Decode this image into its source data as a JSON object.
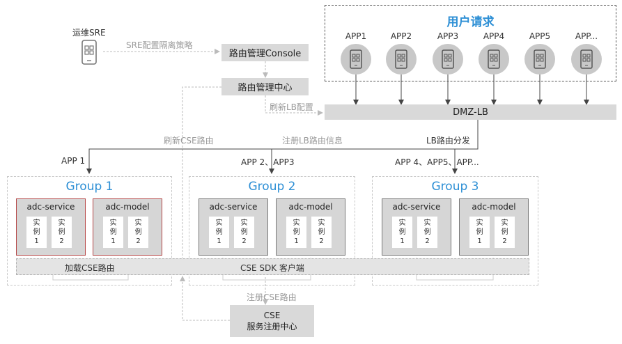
{
  "user_requests": {
    "title": "用户请求",
    "apps": [
      "APP1",
      "APP2",
      "APP3",
      "APP4",
      "APP5",
      "APP..."
    ]
  },
  "sre": {
    "label": "运维SRE",
    "policy_label": "SRE配置隔离策略"
  },
  "console": {
    "label": "路由管理Console"
  },
  "route_center": {
    "label": "路由管理中心"
  },
  "refresh_lb_label": "刷新LB配置",
  "dmz_lb": {
    "label": "DMZ-LB"
  },
  "refresh_cse_label": "刷新CSE路由",
  "register_lb_label": "注册LB路由信息",
  "lb_dispatch_label": "LB路由分发",
  "route_labels": {
    "g1": "APP 1",
    "g2": "APP 2、APP3",
    "g3": "APP 4、APP5、APP..."
  },
  "groups": [
    {
      "title": "Group 1",
      "services": [
        {
          "name": "adc-service",
          "instances": [
            "实\n例\n1",
            "实\n例\n2"
          ]
        },
        {
          "name": "adc-model",
          "instances": [
            "实\n例\n1",
            "实\n例\n2"
          ]
        }
      ]
    },
    {
      "title": "Group 2",
      "services": [
        {
          "name": "adc-service",
          "instances": [
            "实\n例\n1",
            "实\n例\n2"
          ]
        },
        {
          "name": "adc-model",
          "instances": [
            "实\n例\n1",
            "实\n例\n2"
          ]
        }
      ]
    },
    {
      "title": "Group 3",
      "services": [
        {
          "name": "adc-service",
          "instances": [
            "实\n例\n1",
            "实\n例\n2"
          ]
        },
        {
          "name": "adc-model",
          "instances": [
            "实\n例\n1",
            "实\n例\n2"
          ]
        }
      ]
    }
  ],
  "sdk": {
    "load_label": "加载CSE路由",
    "client_label": "CSE SDK 客户端"
  },
  "register_cse_label": "注册CSE路由",
  "cse_center": {
    "line1": "CSE",
    "line2": "服务注册中心"
  },
  "colors": {
    "accent_blue": "#2d8fd5",
    "box_gray": "#d9d9d9",
    "red_border": "#b54545"
  }
}
